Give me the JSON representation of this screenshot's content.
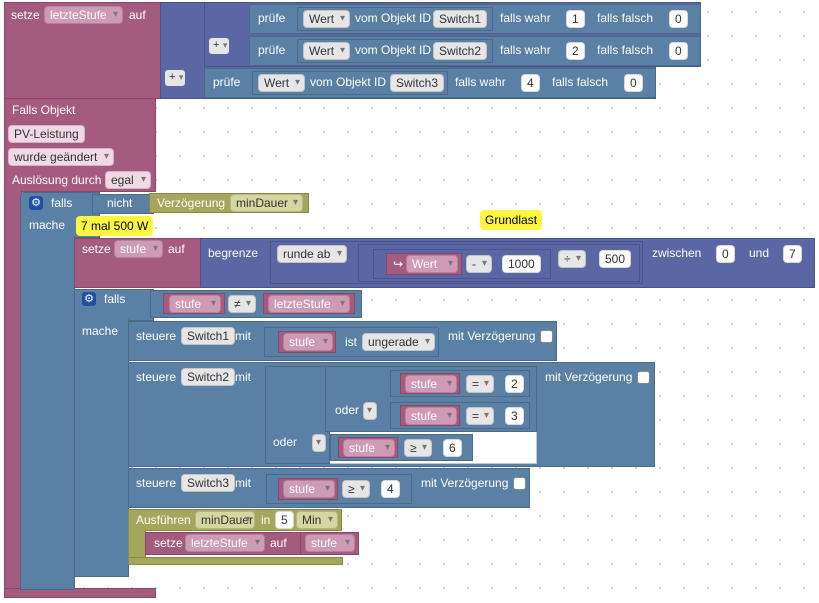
{
  "row1": {
    "setze": "setze",
    "var": "letzteStufe",
    "auf": "auf",
    "checks": [
      {
        "pruefe": "prüfe",
        "wert": "Wert",
        "vom": "vom Objekt ID",
        "id": "Switch1",
        "falls_wahr": "falls wahr",
        "wahr_val": "1",
        "falls_falsch": "falls falsch",
        "falsch_val": "0"
      },
      {
        "pruefe": "prüfe",
        "wert": "Wert",
        "vom": "vom Objekt ID",
        "id": "Switch2",
        "falls_wahr": "falls wahr",
        "wahr_val": "2",
        "falls_falsch": "falls falsch",
        "falsch_val": "0"
      },
      {
        "pruefe": "prüfe",
        "wert": "Wert",
        "vom": "vom Objekt ID",
        "id": "Switch3",
        "falls_wahr": "falls wahr",
        "wahr_val": "4",
        "falls_falsch": "falls falsch",
        "falsch_val": "0"
      }
    ],
    "plus_label": "+"
  },
  "trigger": {
    "falls_objekt": "Falls Objekt",
    "object": "PV-Leistung",
    "condition": "wurde geändert",
    "ausloesung": "Auslösung durch",
    "ausloesung_value": "egal"
  },
  "if1": {
    "falls": "falls",
    "nicht": "nicht",
    "verzoegerung": "Verzögerung",
    "var": "minDauer",
    "mache": "mache",
    "comment": "7 mal 500 W"
  },
  "set_stufe": {
    "setze": "setze",
    "var": "stufe",
    "auf": "auf",
    "begrenze": "begrenze",
    "runde": "runde ab",
    "wert_icon": "↪",
    "wert": "Wert",
    "op_minus": "-",
    "minus_val": "1000",
    "op_div": "÷",
    "div_val": "500",
    "zwischen": "zwischen",
    "min": "0",
    "und": "und",
    "max": "7",
    "comment": "Grundlast"
  },
  "if2": {
    "falls": "falls",
    "left": "stufe",
    "op": "≠",
    "right": "letzteStufe",
    "mache": "mache"
  },
  "sw1": {
    "steuere": "steuere",
    "id": "Switch1",
    "mit": "mit",
    "var": "stufe",
    "ist": "ist",
    "prop": "ungerade",
    "delay": "mit Verzögerung"
  },
  "sw2": {
    "steuere": "steuere",
    "id": "Switch2",
    "mit": "mit",
    "delay": "mit Verzögerung",
    "oder1": "oder",
    "oder2": "oder",
    "c1": {
      "var": "stufe",
      "op": "=",
      "val": "2"
    },
    "c2": {
      "var": "stufe",
      "op": "=",
      "val": "3"
    },
    "c3": {
      "var": "stufe",
      "op": "≥",
      "val": "6"
    }
  },
  "sw3": {
    "steuere": "steuere",
    "id": "Switch3",
    "mit": "mit",
    "var": "stufe",
    "op": "≥",
    "val": "4",
    "delay": "mit Verzögerung"
  },
  "timer": {
    "ausfuehren": "Ausführen",
    "var": "minDauer",
    "in": "in",
    "amount": "5",
    "unit": "Min",
    "setze": "setze",
    "set_var": "letzteStufe",
    "auf": "auf",
    "value": "stufe"
  },
  "colors": {
    "variables": "#a55b80",
    "logic": "#5b80a5",
    "math": "#5b67a5",
    "timer": "#a5a55b",
    "comment": "#fdf73f"
  }
}
